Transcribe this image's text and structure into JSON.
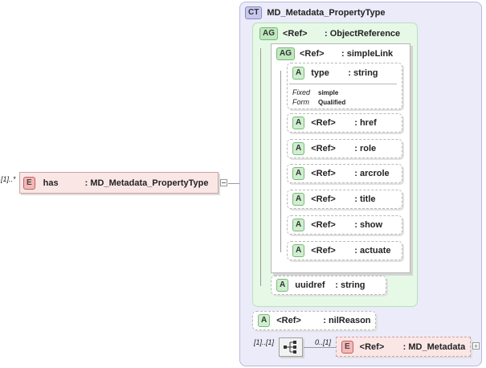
{
  "complex_type": {
    "badge": "CT",
    "name": "MD_Metadata_PropertyType"
  },
  "outer_group": {
    "badge": "AG",
    "ref": "<Ref>",
    "name": ": ObjectReference"
  },
  "inner_group": {
    "badge": "AG",
    "ref": "<Ref>",
    "name": ": simpleLink"
  },
  "type_attr": {
    "badge": "A",
    "name": "type",
    "type": ": string",
    "fixed_label": "Fixed",
    "fixed_value": "simple",
    "form_label": "Form",
    "form_value": "Qualified"
  },
  "ref_attrs": [
    {
      "badge": "A",
      "ref": "<Ref>",
      "name": ": href"
    },
    {
      "badge": "A",
      "ref": "<Ref>",
      "name": ": role"
    },
    {
      "badge": "A",
      "ref": "<Ref>",
      "name": ": arcrole"
    },
    {
      "badge": "A",
      "ref": "<Ref>",
      "name": ": title"
    },
    {
      "badge": "A",
      "ref": "<Ref>",
      "name": ": show"
    },
    {
      "badge": "A",
      "ref": "<Ref>",
      "name": ": actuate"
    }
  ],
  "uuidref": {
    "badge": "A",
    "name": "uuidref",
    "type": ": string"
  },
  "nilreason": {
    "badge": "A",
    "ref": "<Ref>",
    "name": ": nilReason"
  },
  "sequence": {
    "mult_left": "[1]..[1]",
    "mult_right": "0..[1]"
  },
  "child_element": {
    "badge": "E",
    "ref": "<Ref>",
    "name": ": MD_Metadata",
    "expand": "+"
  },
  "main_element": {
    "multiplicity": "[1]..*",
    "badge": "E",
    "name": "has",
    "type": ": MD_Metadata_PropertyType"
  }
}
